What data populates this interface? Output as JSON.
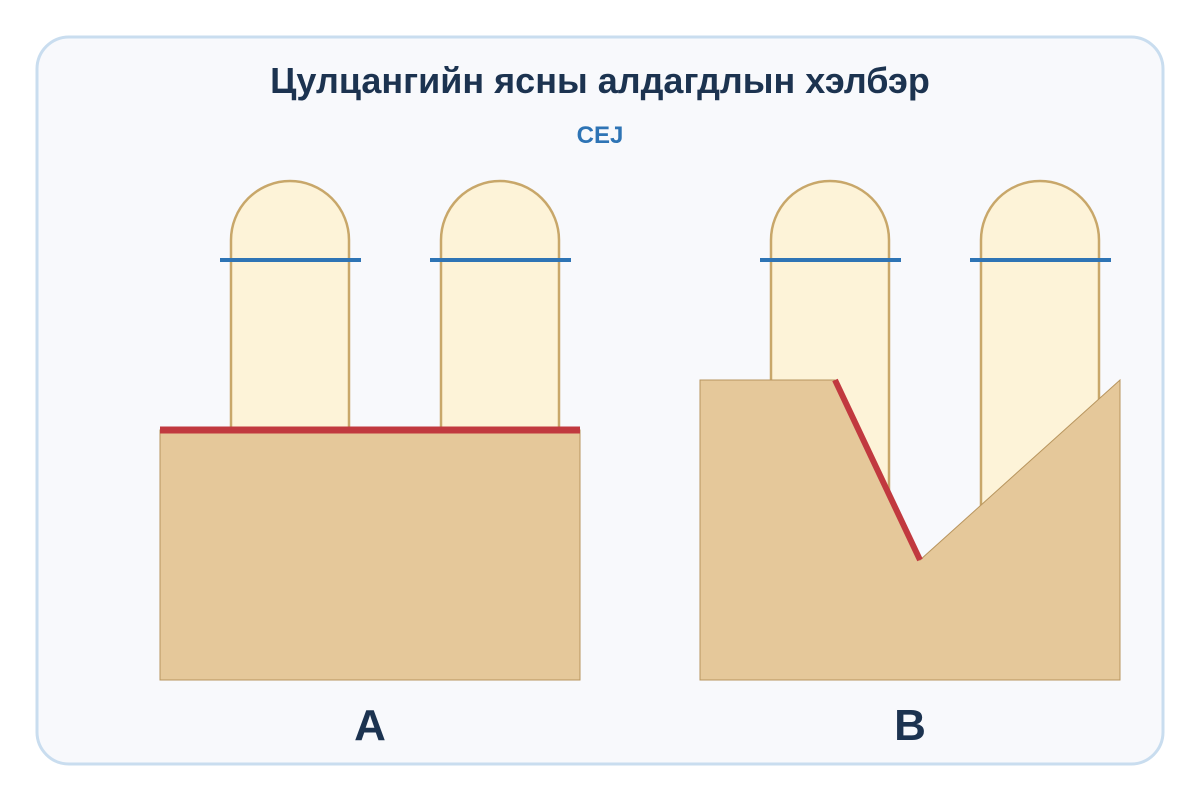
{
  "title": "Цулцангийн ясны алдагдлын хэлбэр",
  "cej_label": "CEJ",
  "panels": [
    {
      "label": "A"
    },
    {
      "label": "B"
    }
  ],
  "colors": {
    "frame_background": "#f8f9fc",
    "frame_border": "#c9ddef",
    "title": "#1c3350",
    "tooth_fill": "#fdf3d8",
    "tooth_stroke": "#c8a76a",
    "bone_fill": "#e5c89a",
    "bone_stroke": "#b8955e",
    "cej_line": "#2e74b5",
    "bone_crest_line": "#c1393f",
    "panel_label": "#1c3350"
  }
}
